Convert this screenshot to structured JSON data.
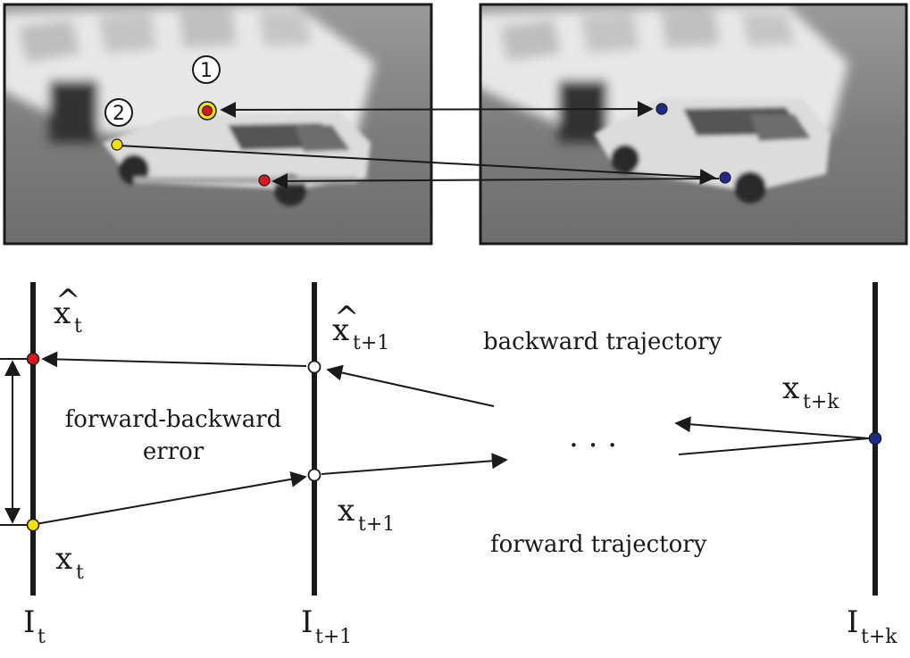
{
  "colors": {
    "ink": "#1a1a1a",
    "red_point": "#e0141e",
    "yellow_point": "#f5e200",
    "blue_point": "#1f2b8c",
    "white_point": "#ffffff"
  },
  "photos": {
    "left_frame": {
      "badges": [
        "1",
        "2"
      ]
    },
    "right_frame": {}
  },
  "timeline": {
    "frames": [
      {
        "base": "I",
        "sub": "t"
      },
      {
        "base": "I",
        "sub": "t+1"
      },
      {
        "base": "I",
        "sub": "t+k"
      }
    ],
    "points": {
      "x_hat_t": {
        "base": "x",
        "hat": "^",
        "sub": "t"
      },
      "x_t": {
        "base": "x",
        "sub": "t"
      },
      "x_hat_t1": {
        "base": "x",
        "hat": "^",
        "sub": "t+1"
      },
      "x_t1": {
        "base": "x",
        "sub": "t+1"
      },
      "x_tk": {
        "base": "x",
        "sub": "t+k"
      }
    },
    "labels": {
      "backward": "backward trajectory",
      "forward": "forward trajectory",
      "error_line1": "forward-backward",
      "error_line2": "error",
      "ellipsis": ". . ."
    }
  }
}
